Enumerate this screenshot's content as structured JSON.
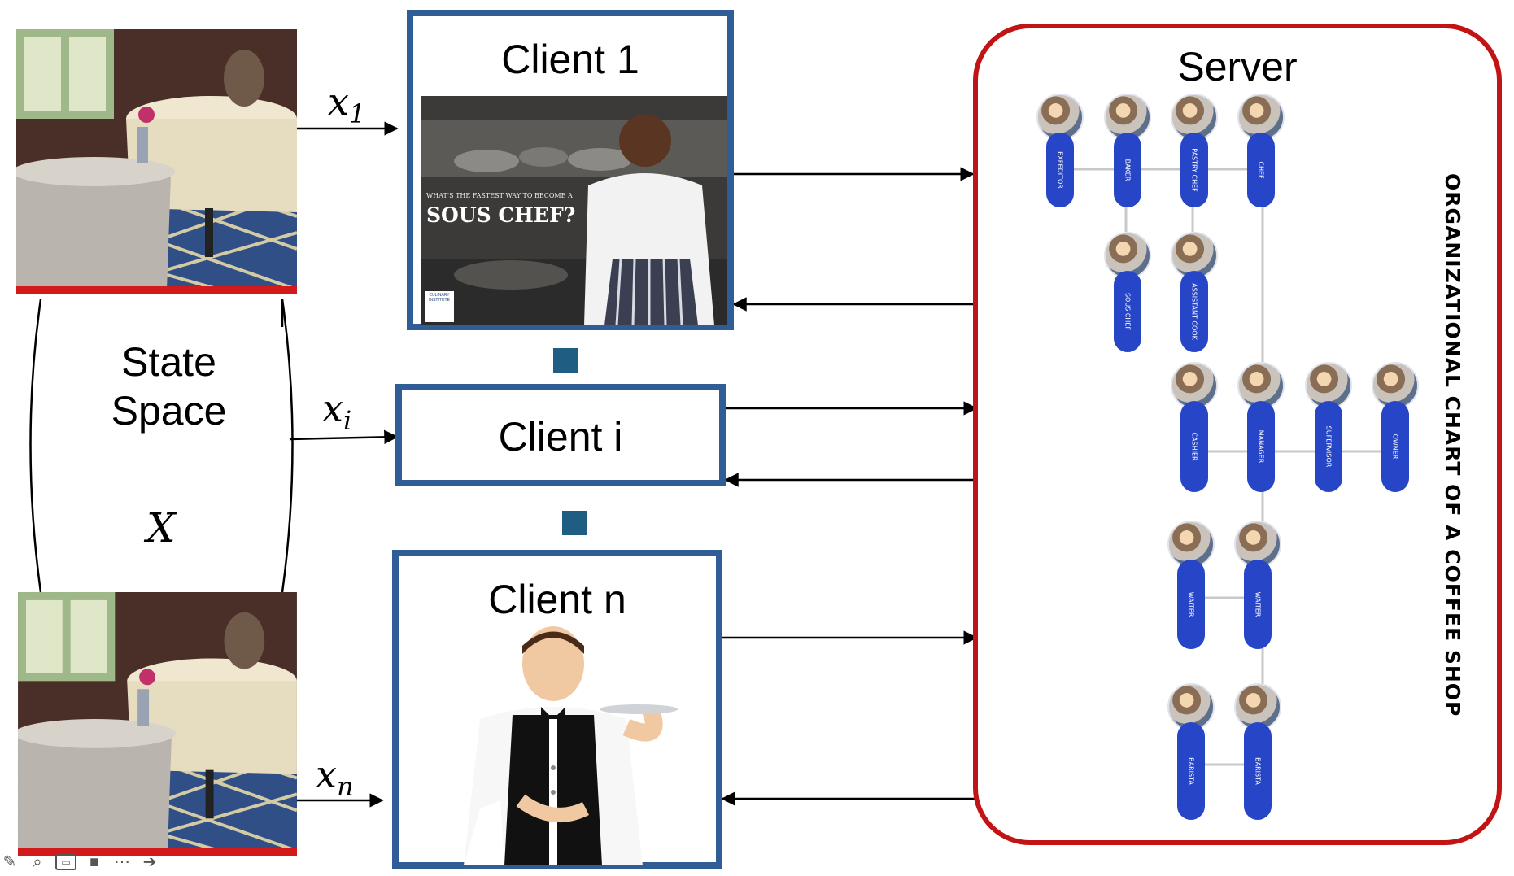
{
  "clients": {
    "client1": {
      "title": "Client 1",
      "poster_small": "WHAT'S THE FASTEST WAY TO BECOME A",
      "poster_big": "SOUS CHEF?",
      "logo_text": "CULINARY INSTITUTE"
    },
    "clienti": {
      "title": "Client i"
    },
    "clientn": {
      "title": "Client n"
    }
  },
  "inputs": {
    "x1": {
      "base": "x",
      "sub": "1"
    },
    "xi": {
      "base": "x",
      "sub": "i"
    },
    "xn": {
      "base": "x",
      "sub": "n"
    }
  },
  "state_space": {
    "line1": "State",
    "line2": "Space",
    "symbol": "X"
  },
  "server": {
    "title": "Server",
    "chart_title": "ORGANIZATIONAL CHART OF A COFFEE SHOP",
    "roles": {
      "r1": "EXPEDITOR",
      "r2": "BAKER",
      "r3": "PASTRY CHEF",
      "r4": "CHEF",
      "r5": "SOUS CHEF",
      "r6": "ASSISTANT COOK",
      "r7": "CASHIER",
      "r8": "MANAGER",
      "r9": "SUPERVISOR",
      "r10": "OWNER",
      "r11": "WAITER",
      "r12": "WAITER",
      "r13": "BARISTA",
      "r14": "BARISTA"
    }
  },
  "colors": {
    "client_border": "#2f5e96",
    "server_border": "#c21414",
    "pill": "#2745c7",
    "photo_bar": "#d21a1a",
    "dots": "#1f5d82"
  },
  "icons": [
    "pencil-icon",
    "magnifier-icon",
    "captions-icon",
    "camera-icon",
    "more-icon",
    "next-icon"
  ]
}
